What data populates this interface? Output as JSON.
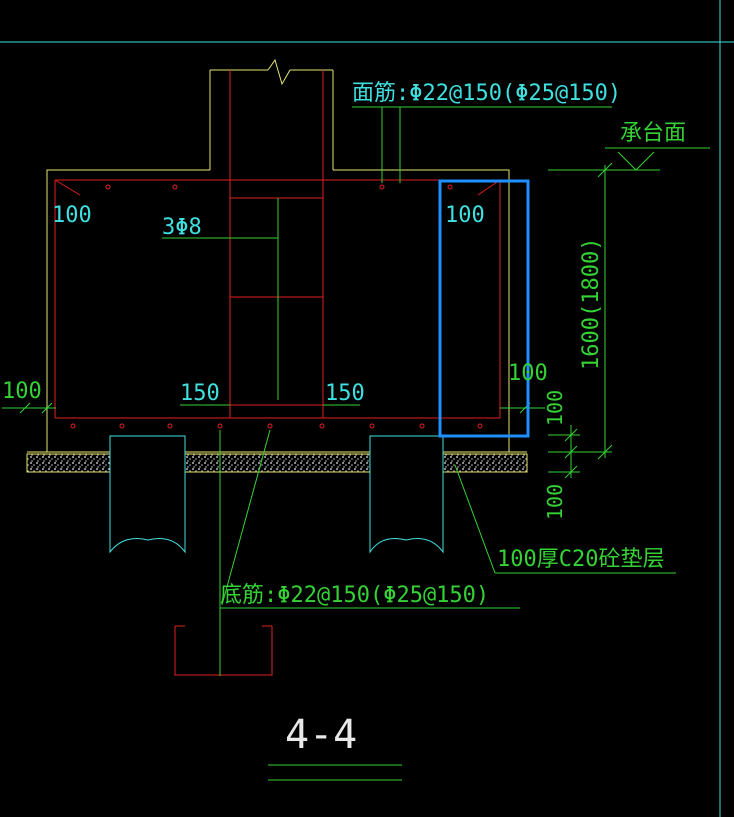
{
  "colors": {
    "background": "#000000",
    "cyan": "#3fe0e0",
    "green": "#35d235",
    "red": "#e02020",
    "yellow": "#e6e66e",
    "blue_selection": "#1e90ff",
    "white": "#e8e8e8"
  },
  "labels": {
    "top_rebar": "面筋:Φ22@150(Φ25@150)",
    "bottom_rebar": "底筋:Φ22@150(Φ25@150)",
    "cap_surface": "承台面",
    "stirrup": "3Φ8",
    "cover_left": "100",
    "cover_right": "100",
    "dim_left_outer": "100",
    "dim_right_outer": "100",
    "dim_left_150": "150",
    "dim_right_150": "150",
    "height": "1600(1800)",
    "dim_v_100_a": "100",
    "dim_v_100_b": "100",
    "cushion": "100厚C20砼垫层",
    "section_title": "4-4"
  }
}
